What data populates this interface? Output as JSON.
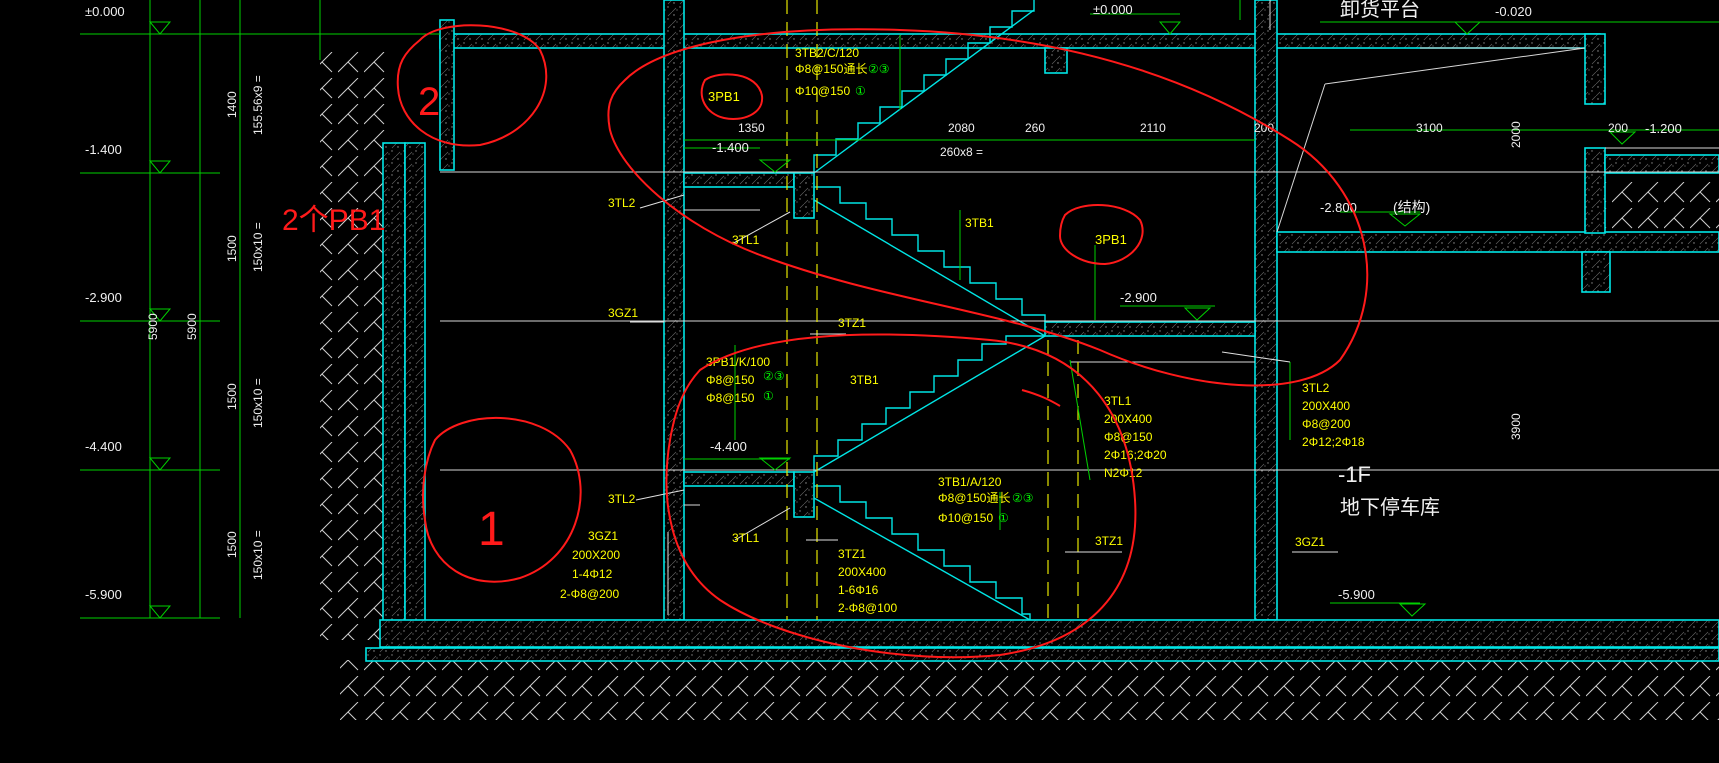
{
  "levels": {
    "l_000": "±0.000",
    "l_140": "-1.400",
    "l_290": "-2.900",
    "l_440": "-4.400",
    "l_590": "-5.900",
    "mid_000": "±0.000",
    "mid_140": "-1.400",
    "mid_290": "-2.900",
    "mid_440": "-4.400",
    "right_002": "-0.020",
    "right_120": "-1.200",
    "right_280": "-2.800",
    "right_590": "-5.900"
  },
  "dims": {
    "v1400": "1400",
    "v1556": "155.56x9 =",
    "v1500a": "1500",
    "v150x10a": "150x10 =",
    "v5900a": "5900",
    "v5900b": "5900",
    "v1500b": "1500",
    "v150x10b": "150x10 =",
    "v1500c": "1500",
    "v150x10c": "150x10 =",
    "h1350": "1350",
    "h2080": "2080",
    "h260": "260",
    "h2110": "2110",
    "h200a": "200",
    "h3100": "3100",
    "h200b": "200",
    "h260x8": "260x8 =",
    "v2000": "2000",
    "v3900": "3900"
  },
  "labels": {
    "tb2_a": "3TB2/C/120",
    "tb2_b": "Φ8@150通长",
    "tb2_b_n": "②③",
    "tb2_c": "Φ10@150",
    "tb2_c_n": "①",
    "pb1_top": "3PB1",
    "tl2_top": "3TL2",
    "tl1_top": "3TL1",
    "tb1_top": "3TB1",
    "pb1_right": "3PB1",
    "gz1_left": "3GZ1",
    "tz1_mid": "3TZ1",
    "pb1k_a": "3PB1/K/100",
    "pb1k_b": "Φ8@150",
    "pb1k_b_n": "②③",
    "pb1k_c": "Φ8@150",
    "pb1k_c_n": "①",
    "tb1_mid": "3TB1",
    "tl1_right_a": "3TL1",
    "tl1_right_b": "200X400",
    "tl1_right_c": "Φ8@150",
    "tl1_right_d": "2Φ16;2Φ20",
    "tl1_right_e": "N2Φ12",
    "tl2_right_a": "3TL2",
    "tl2_right_b": "200X400",
    "tl2_right_c": "Φ8@200",
    "tl2_right_d": "2Φ12;2Φ18",
    "tl2_bot": "3TL2",
    "gz1_bot_a": "3GZ1",
    "gz1_bot_b": "200X200",
    "gz1_bot_c": "1-4Φ12",
    "gz1_bot_d": "2-Φ8@200",
    "tl1_bot": "3TL1",
    "tz1_bot_a": "3TZ1",
    "tz1_bot_b": "200X400",
    "tz1_bot_c": "1-6Φ16",
    "tz1_bot_d": "2-Φ8@100",
    "tb1a_a": "3TB1/A/120",
    "tb1a_b": "Φ8@150通长",
    "tb1a_b_n": "②③",
    "tb1a_c": "Φ10@150",
    "tb1a_c_n": "①",
    "tz1_right": "3TZ1",
    "gz1_right": "3GZ1",
    "floor": "-1F",
    "garage": "地下停车库",
    "platform": "卸货平台",
    "structure": "(结构)"
  },
  "annotations": {
    "mark_2": "2",
    "mark_1": "1",
    "note": "2个PB1"
  },
  "colors": {
    "background": "#000000",
    "wall": "#00e5e5",
    "dim_line": "#00ff00",
    "text": "#f0f0f0",
    "rebar_text": "#ffff00",
    "markup": "#ff1a1a"
  }
}
